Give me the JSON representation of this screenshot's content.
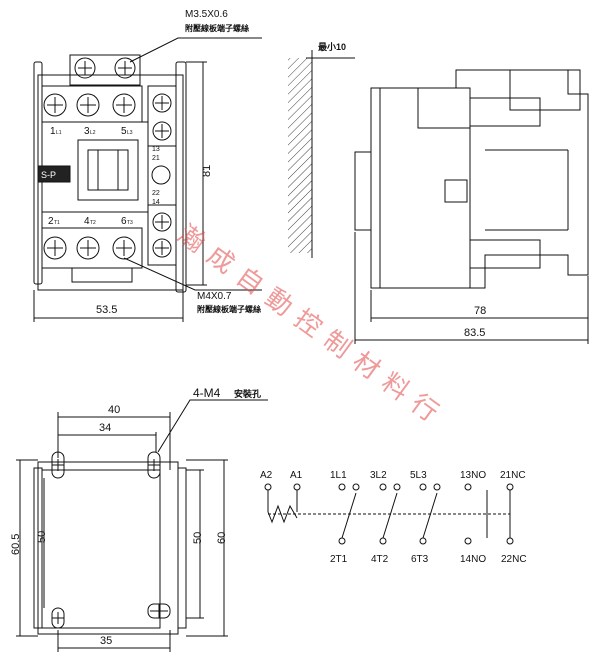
{
  "front_view": {
    "screw_top": "M3.5X0.6",
    "screw_top_note": "附壓線板端子螺絲",
    "screw_bottom": "M4X0.7",
    "screw_bottom_note": "附壓線板端子螺絲",
    "terminals_top": [
      "1",
      "3",
      "5"
    ],
    "terminals_top_sub": [
      "L1",
      "L2",
      "L3"
    ],
    "terminals_bottom": [
      "2",
      "4",
      "6"
    ],
    "terminals_bottom_sub": [
      "T1",
      "T2",
      "T3"
    ],
    "aux_top": [
      "13",
      "21"
    ],
    "aux_bottom": [
      "22",
      "14"
    ],
    "badge": "S-P",
    "height_dim": "81",
    "width_dim": "53.5"
  },
  "side_view": {
    "min_clearance": "最小10",
    "depth_dim": "78",
    "total_depth_dim": "83.5"
  },
  "mounting_view": {
    "holes_label": "4-M4",
    "holes_note": "安裝孔",
    "width_outer": "40",
    "width_inner": "34",
    "width_bottom": "35",
    "height_total": "60.5",
    "height_left": "50",
    "height_right_inner": "50",
    "height_right_outer": "60"
  },
  "schematic": {
    "labels_top": [
      "A2",
      "A1",
      "1L1",
      "3L2",
      "5L3",
      "13NO",
      "21NC"
    ],
    "labels_bottom": [
      "2T1",
      "4T2",
      "6T3",
      "14NO",
      "22NC"
    ]
  },
  "watermark": "瀚成自動控制材料行"
}
